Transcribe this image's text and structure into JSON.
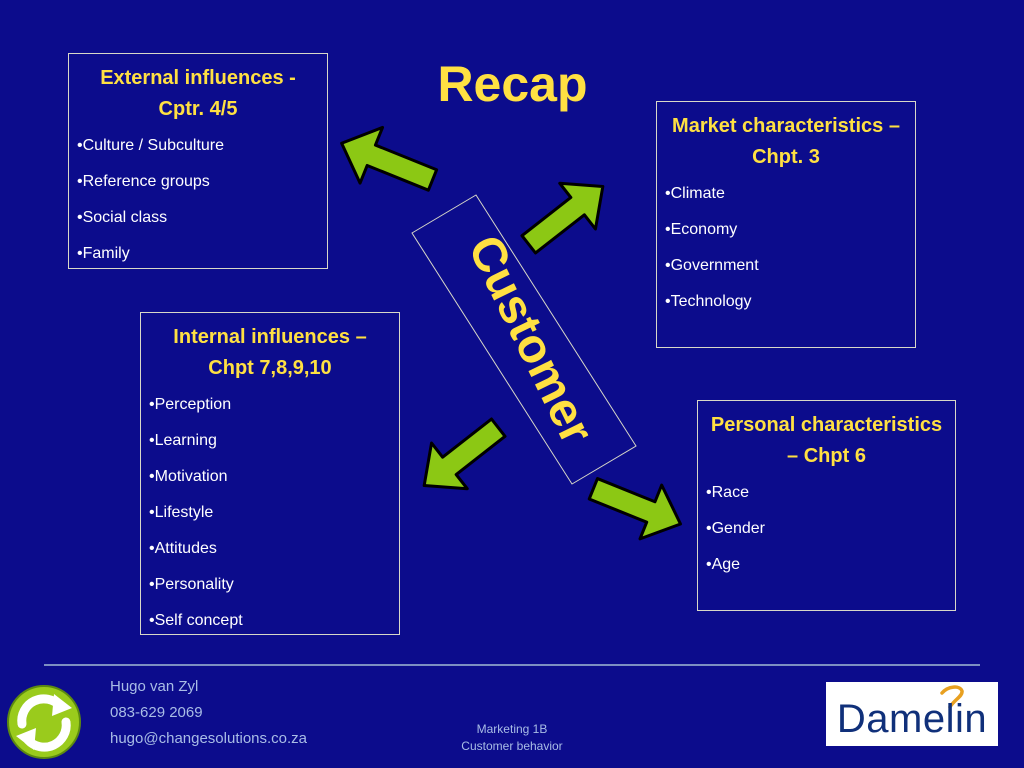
{
  "title": "Recap",
  "center_label": "Customer",
  "boxes": {
    "external": {
      "heading": "External influences - Cptr. 4/5",
      "items": [
        "Culture / Subculture",
        "Reference groups",
        "Social class",
        "Family"
      ]
    },
    "market": {
      "heading": "Market characteristics – Chpt. 3",
      "items": [
        "Climate",
        "Economy",
        "Government",
        "Technology"
      ]
    },
    "internal": {
      "heading": "Internal influences – Chpt 7,8,9,10",
      "items": [
        "Perception",
        "Learning",
        "Motivation",
        "Lifestyle",
        "Attitudes",
        "Personality",
        "Self concept"
      ]
    },
    "personal": {
      "heading": "Personal characteristics – Chpt 6",
      "items": [
        "Race",
        "Gender",
        "Age"
      ]
    }
  },
  "footer": {
    "name": "Hugo van Zyl",
    "phone": "083-629 2069",
    "email": "hugo@changesolutions.co.za",
    "course_line1": "Marketing 1B",
    "course_line2": "Customer behavior",
    "logo_text": "Damelin"
  },
  "colors": {
    "background": "#0c0c8c",
    "heading_yellow": "#ffe042",
    "arrow_fill": "#8cc814",
    "arrow_outline": "#000000",
    "footer_text": "#a9bde6"
  },
  "icons": {
    "footer_left": "refresh-cycle-icon"
  }
}
